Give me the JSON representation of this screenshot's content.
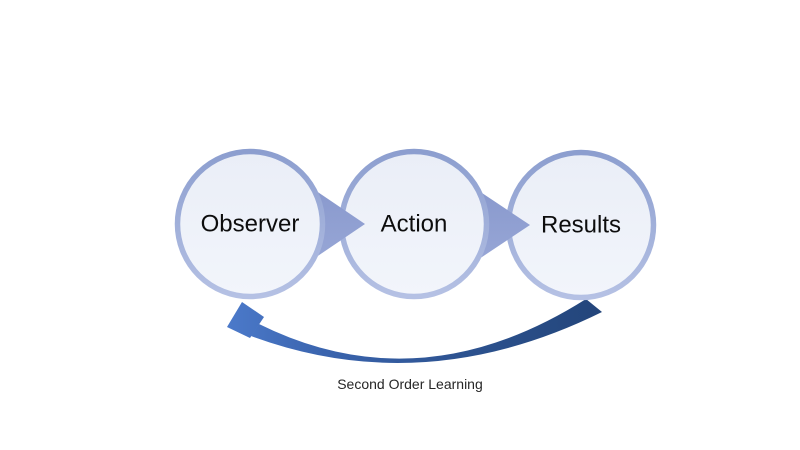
{
  "diagram": {
    "type": "process-cycle",
    "nodes": [
      {
        "id": "observer",
        "label": "Observer"
      },
      {
        "id": "action",
        "label": "Action"
      },
      {
        "id": "results",
        "label": "Results"
      }
    ],
    "connectors": [
      {
        "from": "observer",
        "to": "action",
        "shape": "triangle-arrow-right"
      },
      {
        "from": "action",
        "to": "results",
        "shape": "triangle-arrow-right"
      }
    ],
    "feedback_arrow": {
      "from": "results",
      "to": "observer",
      "label": "Second Order Learning",
      "style": "curved-tapered-arrow"
    },
    "colors": {
      "background": "#ffffff",
      "node_fill_top": "#eaeef7",
      "node_fill_bottom": "#f2f5fb",
      "node_border_top": "#8c9ecf",
      "node_border_bottom": "#b5c1e4",
      "connector_fill_top": "#8797cc",
      "connector_fill_bottom": "#99a8d7",
      "feedback_dark": "#23457a",
      "feedback_light": "#4b79c9",
      "label_text": "#0d0d0d",
      "caption_text": "#262626"
    }
  }
}
